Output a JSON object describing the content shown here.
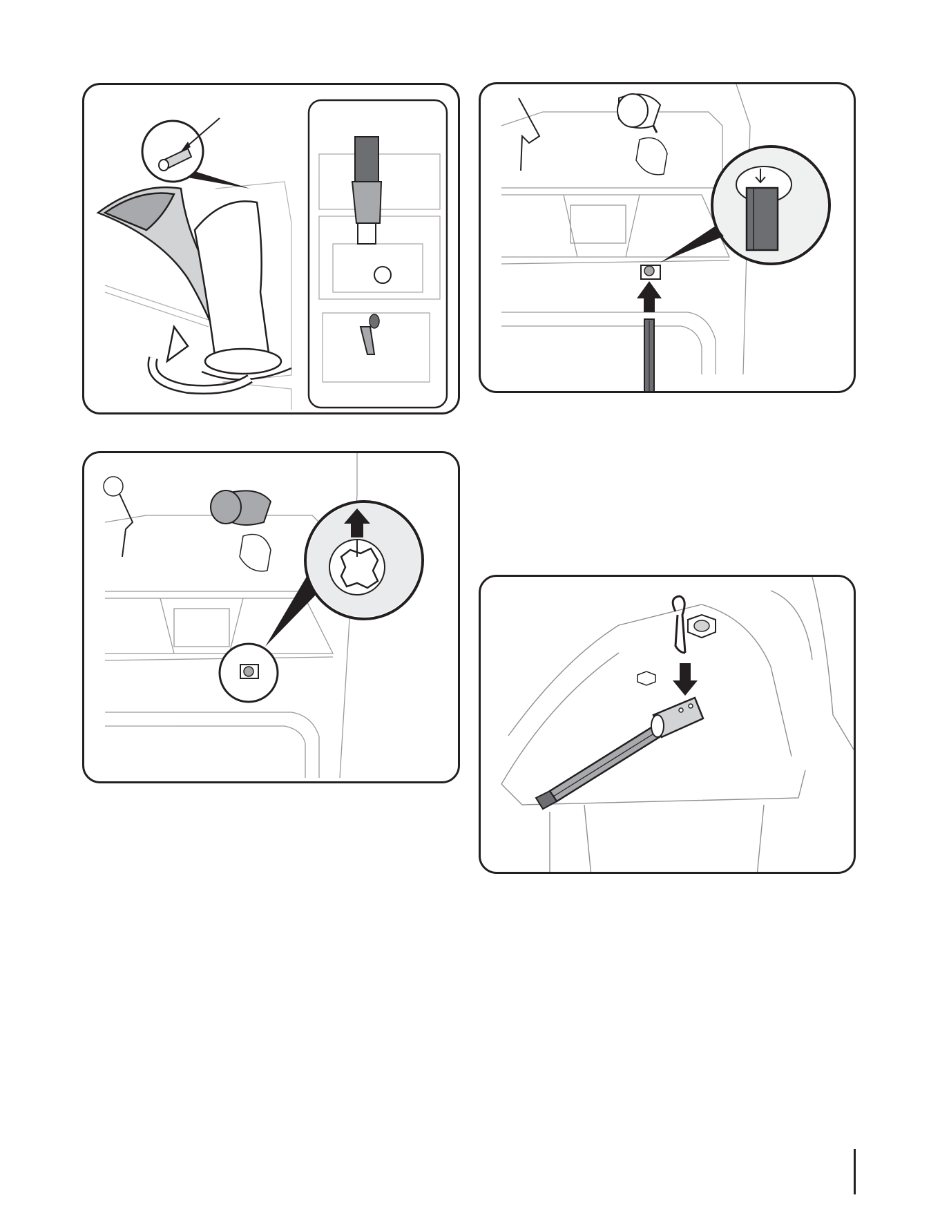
{
  "figures": [
    {
      "id": "fig1",
      "icon": "chute-rotation-illustration"
    },
    {
      "id": "fig2",
      "icon": "chute-shaft-insertion-illustration"
    },
    {
      "id": "fig3",
      "icon": "chute-bushing-closeup-illustration"
    },
    {
      "id": "fig4",
      "icon": "hairpin-clip-installation-illustration"
    }
  ],
  "colors": {
    "ink": "#231f20",
    "shade_light": "#d1d3d4",
    "shade_mid": "#a7a9ac",
    "shade_dark": "#6d6e71"
  },
  "page": {
    "number": ""
  }
}
